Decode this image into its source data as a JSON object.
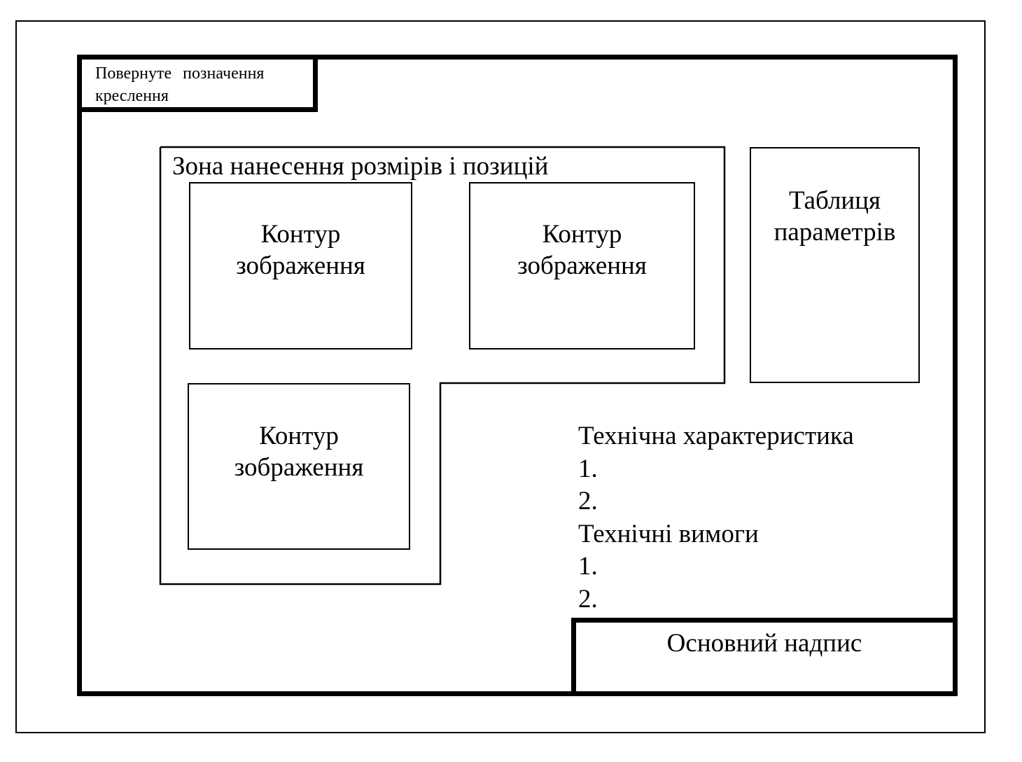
{
  "corner_stamp": {
    "line1": "Повернуте позначення",
    "line2": "креслення"
  },
  "dimension_zone": {
    "title": "Зона нанесення розмірів і позицій"
  },
  "image_outlines": [
    {
      "line1": "Контур",
      "line2": "зображення"
    },
    {
      "line1": "Контур",
      "line2": "зображення"
    },
    {
      "line1": "Контур",
      "line2": "зображення"
    }
  ],
  "parameter_table": {
    "line1": "Таблиця",
    "line2": "параметрів"
  },
  "technical_characteristics": {
    "title": "Технічна характеристика",
    "items": [
      "1.",
      "2."
    ]
  },
  "technical_requirements": {
    "title": "Технічні вимоги",
    "items": [
      "1.",
      "2."
    ]
  },
  "title_block": {
    "label": "Основний надпис"
  }
}
